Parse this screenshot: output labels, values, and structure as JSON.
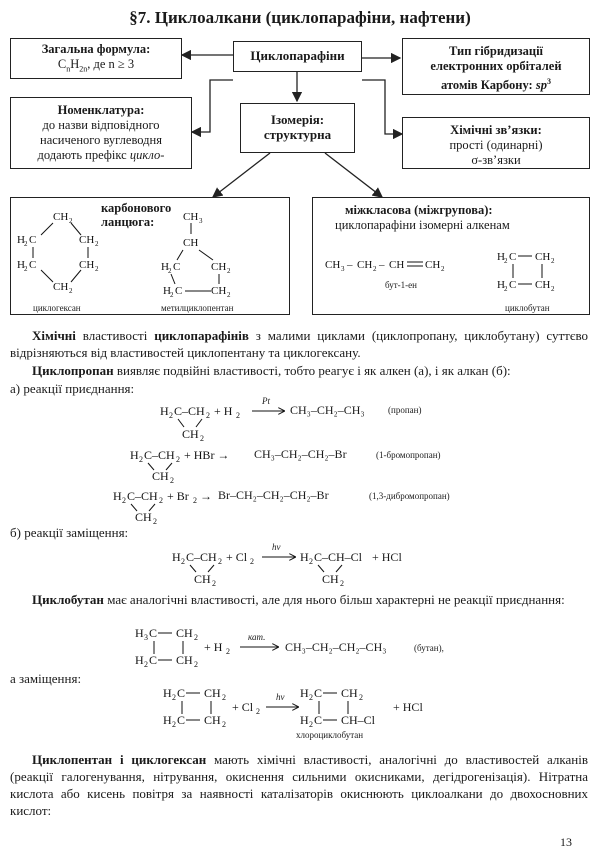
{
  "title": "§7. Циклоалкани (циклопарафіни, нафтени)",
  "diagram": {
    "center": "Циклопарафіни",
    "formula": {
      "heading": "Загальна формула:",
      "text": "C",
      "n": "n",
      "h": "H",
      "n2": "2n",
      "cond": ", де n ≥ 3"
    },
    "nomenclature": {
      "heading": "Номенклатура:",
      "lines": [
        "до назви відповідного",
        "насиченого вуглеводня",
        "додають префікс "
      ],
      "prefix": "цикло-"
    },
    "hybrid": {
      "lines": [
        "Тип гібридизації",
        "електронних орбіталей",
        "атомів Карбону: "
      ],
      "sp": "sp",
      "sp_sup": "3"
    },
    "isomerism": {
      "line1": "Ізомерія:",
      "line2": "структурна"
    },
    "bonds": {
      "heading": "Хімічні зв’язки:",
      "line1": "прості (одинарні)",
      "line2": "σ-зв’язки"
    },
    "chain": {
      "heading1": "карбонового",
      "heading2": "ланцюга:",
      "cap1": "циклогексан",
      "cap2": "метилциклопентан"
    },
    "interclass": {
      "heading": "міжкласова (міжгрупова):",
      "line": "циклопарафіни ізомерні алкенам",
      "butene_name": "бут-1-ен",
      "cap": "циклобутан"
    }
  },
  "text": {
    "p1_b1": "Хімічні",
    "p1_r1": " властивості ",
    "p1_b2": "циклопарафінів",
    "p1_r2": " з малими циклами (циклопропану, циклобутану) суттєво відрізняються від властивостей циклопентану та циклогексану.",
    "p2_b": "Циклопропан",
    "p2_r": " виявляє подвійні властивості, тобто реагує і як алкен (а), і як алкан (б):",
    "p2_a": "а) реакції приєднання:",
    "p2_b_label": "б) реакції заміщення:",
    "p3_b": "Циклобутан",
    "p3_r": " має аналогічні властивості, але для нього більш характерні не реакції приєднання:",
    "p3_sub": "а заміщення:",
    "p4_b": "Циклопентан і циклогексан",
    "p4_r": " мають хімічні властивості, аналогічні до властивостей алканів (реакції галогенування, нітрування, окиснення сильними окисниками, дегідрогенізація). Нітратна кислота або кисень повітря за наявності каталізаторів окиснюють циклоалкани до двохосновних кислот:"
  },
  "reactions": {
    "r1_cat": "Pt",
    "r1_product": "CH₃–CH₂–CH₃",
    "r1_name": "(пропан)",
    "r2_product": "CH₃–CH₂–CH₂–Br",
    "r2_name": "(1-бромопропан)",
    "r3_product": "Br–CH₂–CH₂–CH₂–Br",
    "r3_name": "(1,3-дибромопропан)",
    "r4_cat": "hν",
    "r4_extra": "+ HCl",
    "r5_cat": "кат.",
    "r5_product": "CH₃–CH₂–CH₂–CH₃",
    "r5_name": "(бутан),",
    "r6_cat": "hν",
    "r6_extra": "+ HCl",
    "r6_name": "хлороциклобутан"
  },
  "page_number": "13"
}
